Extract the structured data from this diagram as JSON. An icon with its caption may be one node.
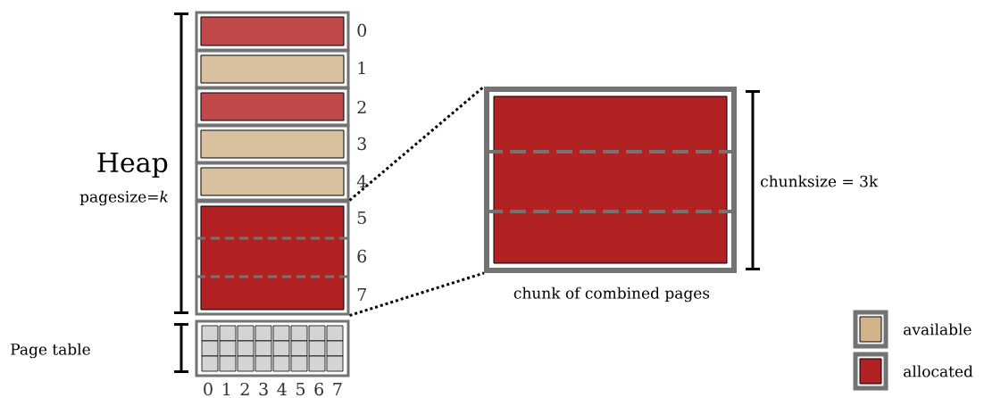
{
  "diagram": {
    "nodes": [
      {
        "text": [],
        "shape": "box",
        "beside": [
          "0"
        ]
      },
      {
        "text": [],
        "shape": "box",
        "beside": [
          "1"
        ]
      },
      {
        "text": [],
        "shape": "box",
        "beside": [
          "2"
        ]
      },
      {
        "text": [],
        "shape": "box",
        "beside": [
          "3"
        ]
      },
      {
        "text": [],
        "shape": "box",
        "beside": [
          "4"
        ]
      },
      {
        "text": [],
        "shape": "box",
        "beside": [
          "5",
          "6",
          "7"
        ]
      },
      {
        "text": [],
        "shape": "box",
        "beside": [
          "chunk of combined pages"
        ]
      },
      {
        "text": [],
        "shape": "box"
      }
    ],
    "edges": [
      {
        "from": 5,
        "to": 6,
        "arrow": "none",
        "style": "dashed"
      },
      {
        "from": 5,
        "to": 6,
        "arrow": "none",
        "style": "dashed"
      }
    ],
    "labels": [
      "Heap",
      "pagesize=*k*",
      "chunksize = 3k",
      "Page table",
      "0",
      "1",
      "2",
      "3",
      "4",
      "5",
      "6",
      "7"
    ],
    "legend": [
      {
        "text": "available",
        "color": "#d2b48c"
      },
      {
        "text": "allocated",
        "color": "#b22222"
      }
    ]
  }
}
